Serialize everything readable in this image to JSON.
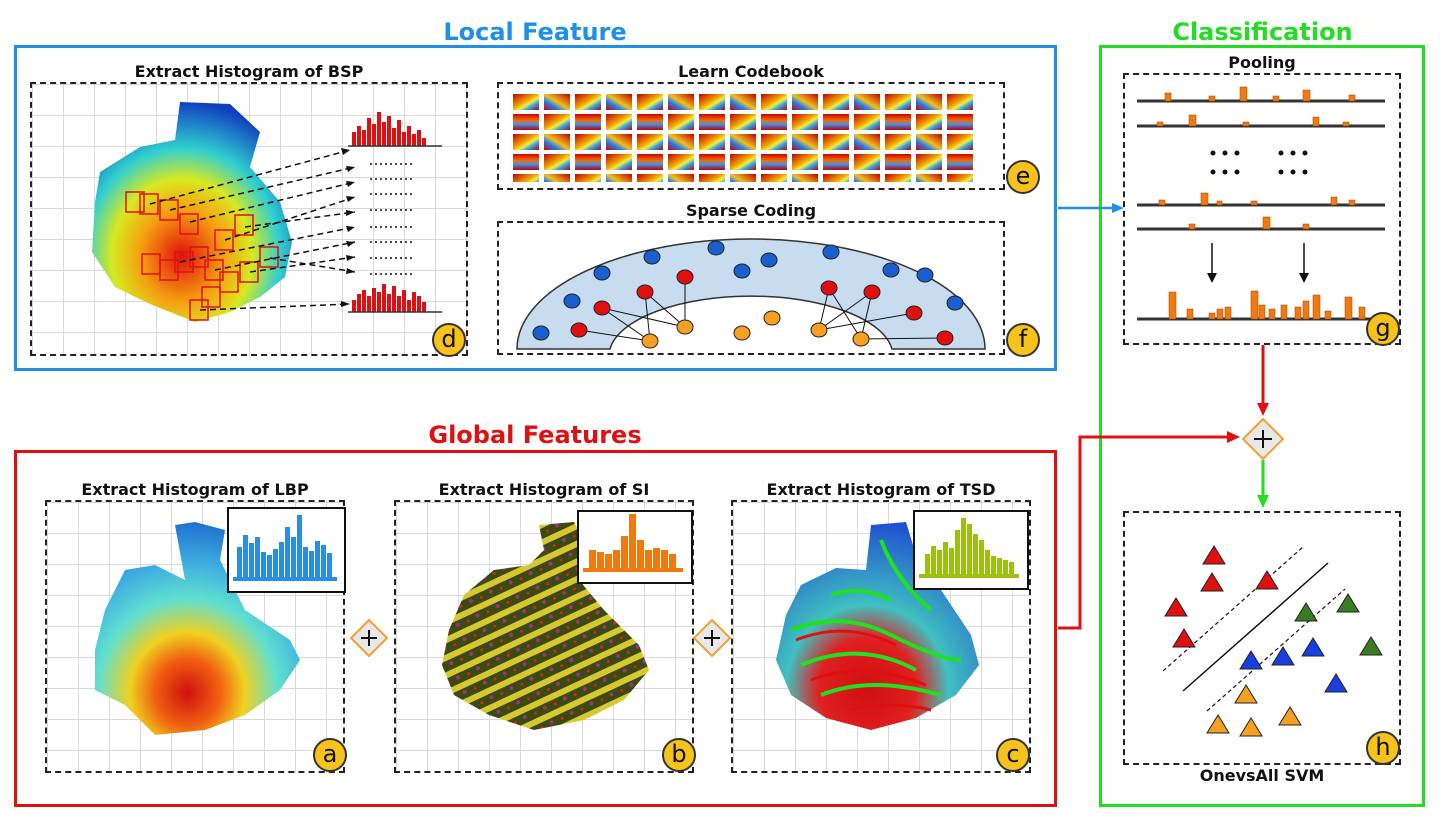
{
  "local": {
    "title": "Local Feature",
    "bsp": {
      "title": "Extract Histogram of BSP",
      "badge": "d"
    },
    "codebook": {
      "title": "Learn Codebook",
      "badge": "e"
    },
    "sparse": {
      "title": "Sparse Coding",
      "badge": "f"
    }
  },
  "global": {
    "title": "Global Features",
    "lbp": {
      "title": "Extract Histogram of LBP",
      "badge": "a"
    },
    "si": {
      "title": "Extract Histogram of SI",
      "badge": "b"
    },
    "tsd": {
      "title": "Extract Histogram of TSD",
      "badge": "c"
    }
  },
  "classification": {
    "title": "Classification",
    "pooling": {
      "title": "Pooling",
      "badge": "g"
    },
    "svm": {
      "title": "OnevsAll SVM",
      "badge": "h"
    }
  },
  "colors": {
    "local": "#1e90e8",
    "global": "#e01010",
    "classification": "#22dd22",
    "badge": "#f7c21a",
    "bar_red": "#e01010",
    "bar_orange": "#f07a10",
    "bar_blue": "#2a8fe0",
    "bar_green": "#9cc010"
  },
  "icons": {
    "combine": "plus-diamond-icon",
    "badge": "letter-circle-icon"
  }
}
